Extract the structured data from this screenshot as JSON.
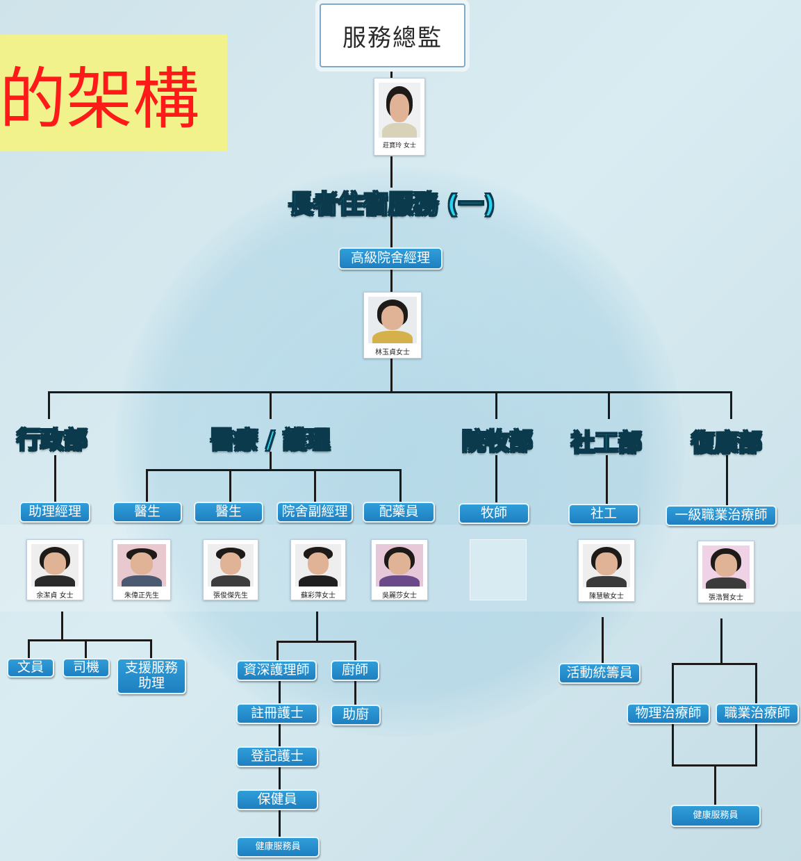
{
  "top": {
    "title": "服務總監",
    "banner": "的架構"
  },
  "director": {
    "name": "莊寶玲 女士"
  },
  "unit_title": "長者住宿服務 (一)",
  "senior_manager": {
    "label": "高級院舍經理",
    "name": "林玉貞女士"
  },
  "departments": {
    "admin": "行政部",
    "medical": "醫療 / 護理",
    "chaplain": "院牧部",
    "social": "社工部",
    "rehab": "復康部"
  },
  "roles": {
    "assistant_manager": "助理經理",
    "doctor1": "醫生",
    "doctor2": "醫生",
    "deputy_manager": "院舍副經理",
    "dispenser": "配藥員",
    "pastor": "牧師",
    "social_worker": "社工",
    "ot1": "一級職業治療師"
  },
  "people": {
    "assistant_manager": "余潔貞 女士",
    "doctor1": "朱偉正先生",
    "doctor2": "張俊傑先生",
    "deputy_manager": "蘇彩萍女士",
    "dispenser": "吳麗莎女士",
    "social_worker": "陳慧敏女士",
    "ot1": "張浩賢女士"
  },
  "admin_sub": {
    "clerk": "文員",
    "driver": "司機",
    "support": "支援服務助理"
  },
  "medical_sub": {
    "senior_nurse": "資深護理師",
    "cook": "廚師",
    "registered_nurse": "註冊護士",
    "kitchen_helper": "助廚",
    "enrolled_nurse": "登記護士",
    "health_worker": "保健員",
    "health_service_worker": "健康服務員"
  },
  "social_sub": {
    "activity_coordinator": "活動統籌員"
  },
  "rehab_sub": {
    "pt": "物理治療師",
    "ot": "職業治療師",
    "health_service_worker": "健康服務員"
  }
}
